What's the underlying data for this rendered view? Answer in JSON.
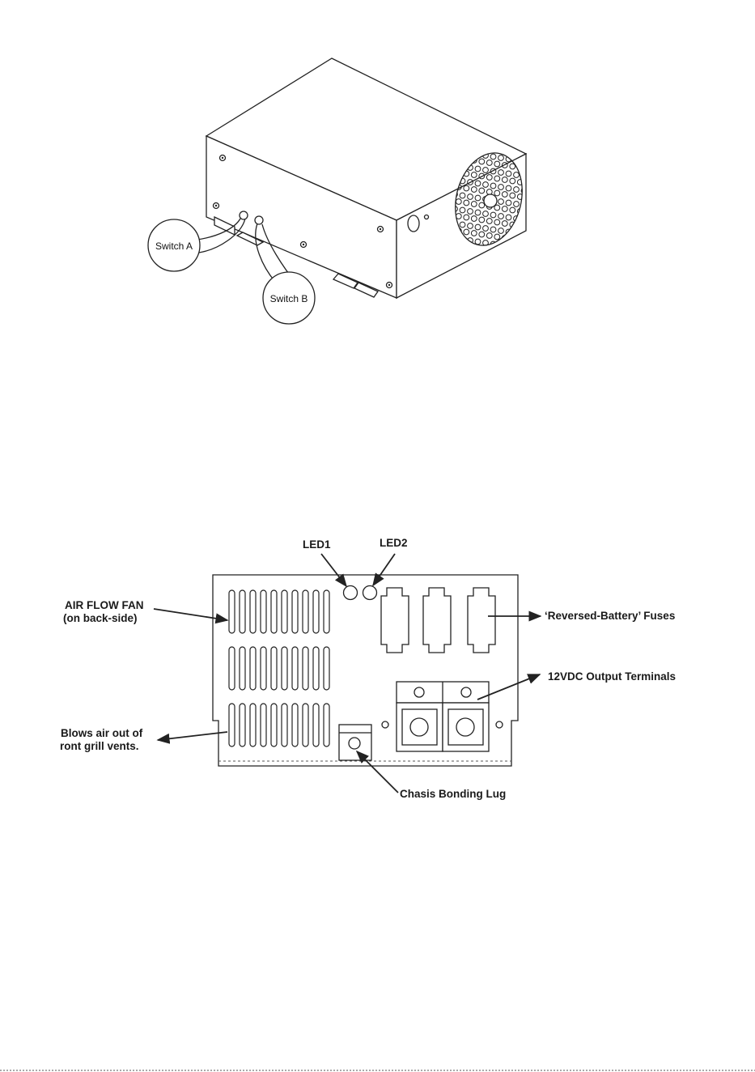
{
  "figure1": {
    "callouts": {
      "switch_a": "Switch A",
      "switch_b": "Switch B"
    }
  },
  "figure2": {
    "labels": {
      "led1": "LED1",
      "led2": "LED2",
      "air_flow_fan_line1": "AIR FLOW FAN",
      "air_flow_fan_line2": "(on back-side)",
      "blows_air_line1": "Blows air out of",
      "blows_air_line2": "ront grill vents.",
      "fuses": "‘Reversed-Battery’ Fuses",
      "output_terminals": "12VDC Output Terminals",
      "bonding_lug": "Chasis Bonding Lug"
    }
  }
}
